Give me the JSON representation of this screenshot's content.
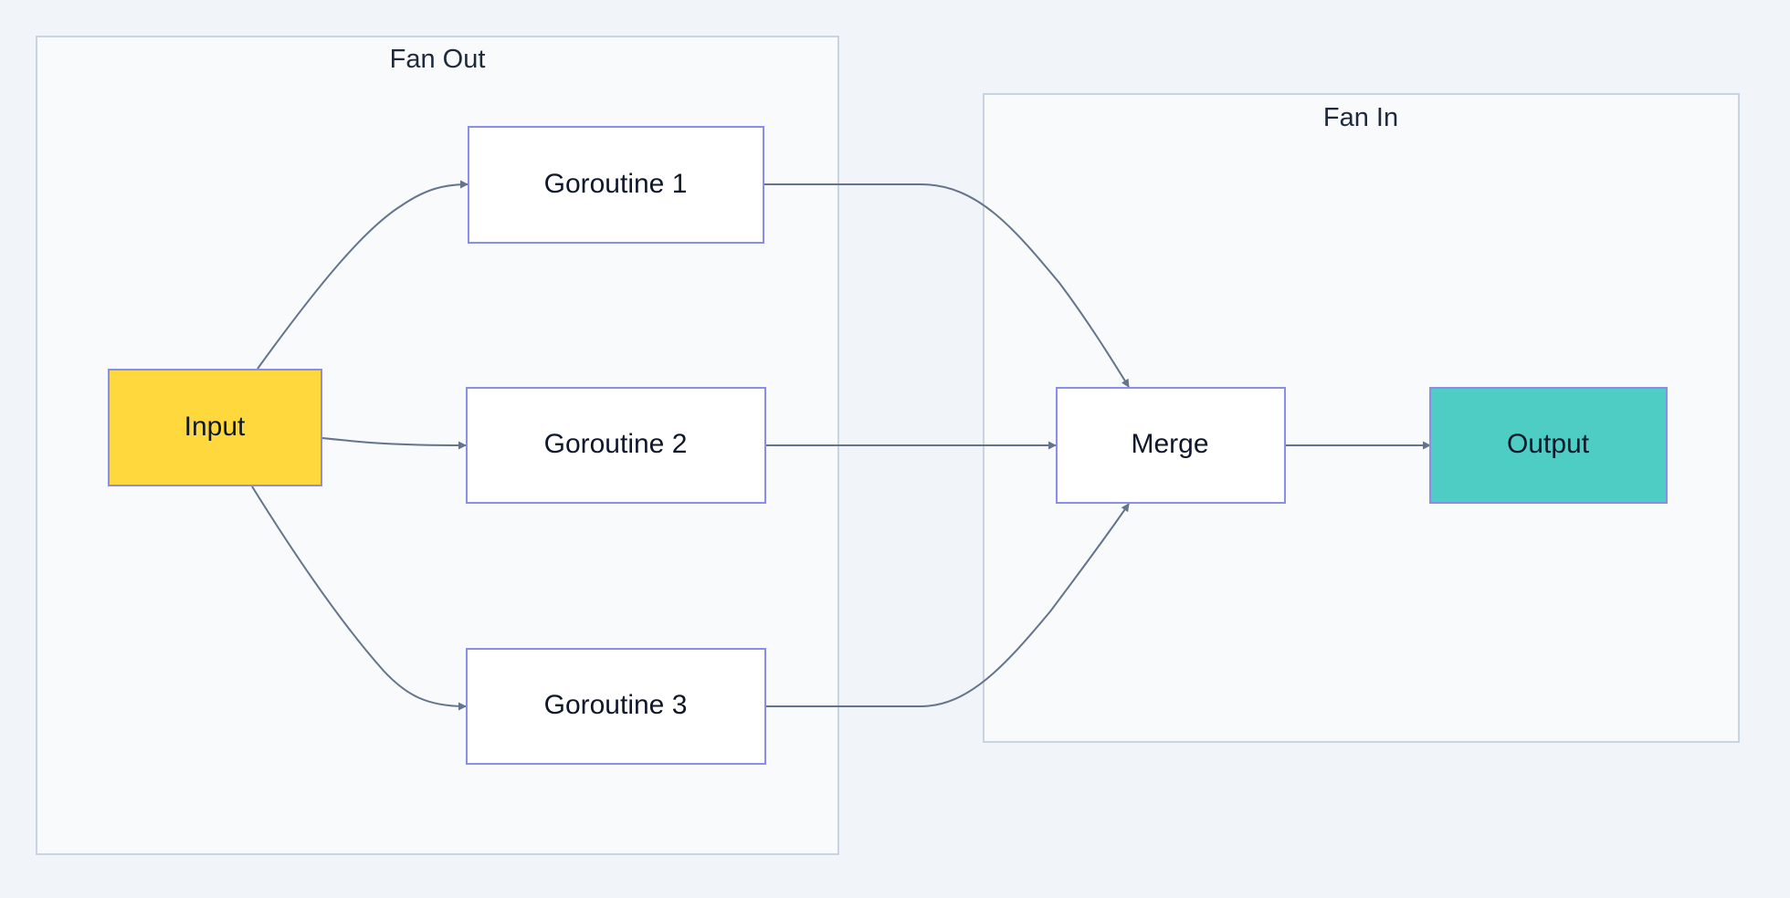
{
  "clusters": {
    "fan_out": {
      "label": "Fan Out"
    },
    "fan_in": {
      "label": "Fan In"
    }
  },
  "nodes": {
    "input": {
      "label": "Input",
      "color": "#ffd83d"
    },
    "goroutine1": {
      "label": "Goroutine 1",
      "color": "#ffffff"
    },
    "goroutine2": {
      "label": "Goroutine 2",
      "color": "#ffffff"
    },
    "goroutine3": {
      "label": "Goroutine 3",
      "color": "#ffffff"
    },
    "merge": {
      "label": "Merge",
      "color": "#ffffff"
    },
    "output": {
      "label": "Output",
      "color": "#4ecdc4"
    }
  },
  "edges": [
    {
      "from": "input",
      "to": "goroutine1"
    },
    {
      "from": "input",
      "to": "goroutine2"
    },
    {
      "from": "input",
      "to": "goroutine3"
    },
    {
      "from": "goroutine1",
      "to": "merge"
    },
    {
      "from": "goroutine2",
      "to": "merge"
    },
    {
      "from": "goroutine3",
      "to": "merge"
    },
    {
      "from": "merge",
      "to": "output"
    }
  ]
}
